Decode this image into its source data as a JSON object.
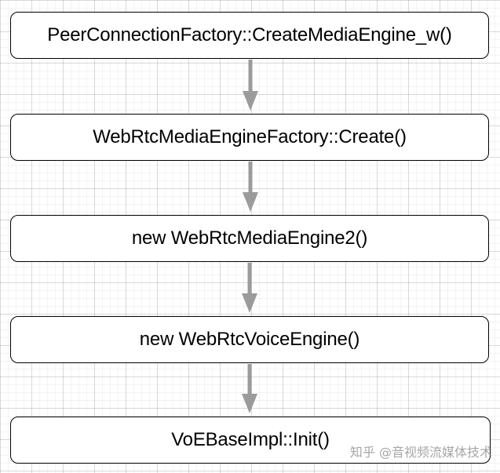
{
  "flow": {
    "nodes": [
      {
        "label": "PeerConnectionFactory::CreateMediaEngine_w()"
      },
      {
        "label": "WebRtcMediaEngineFactory::Create()"
      },
      {
        "label": "new WebRtcMediaEngine2()"
      },
      {
        "label": "new WebRtcVoiceEngine()"
      },
      {
        "label": "VoEBaseImpl::Init()"
      }
    ],
    "arrow_color": "#9b9b9b"
  },
  "watermark": {
    "text": "知乎 @音视频流媒体技术"
  }
}
